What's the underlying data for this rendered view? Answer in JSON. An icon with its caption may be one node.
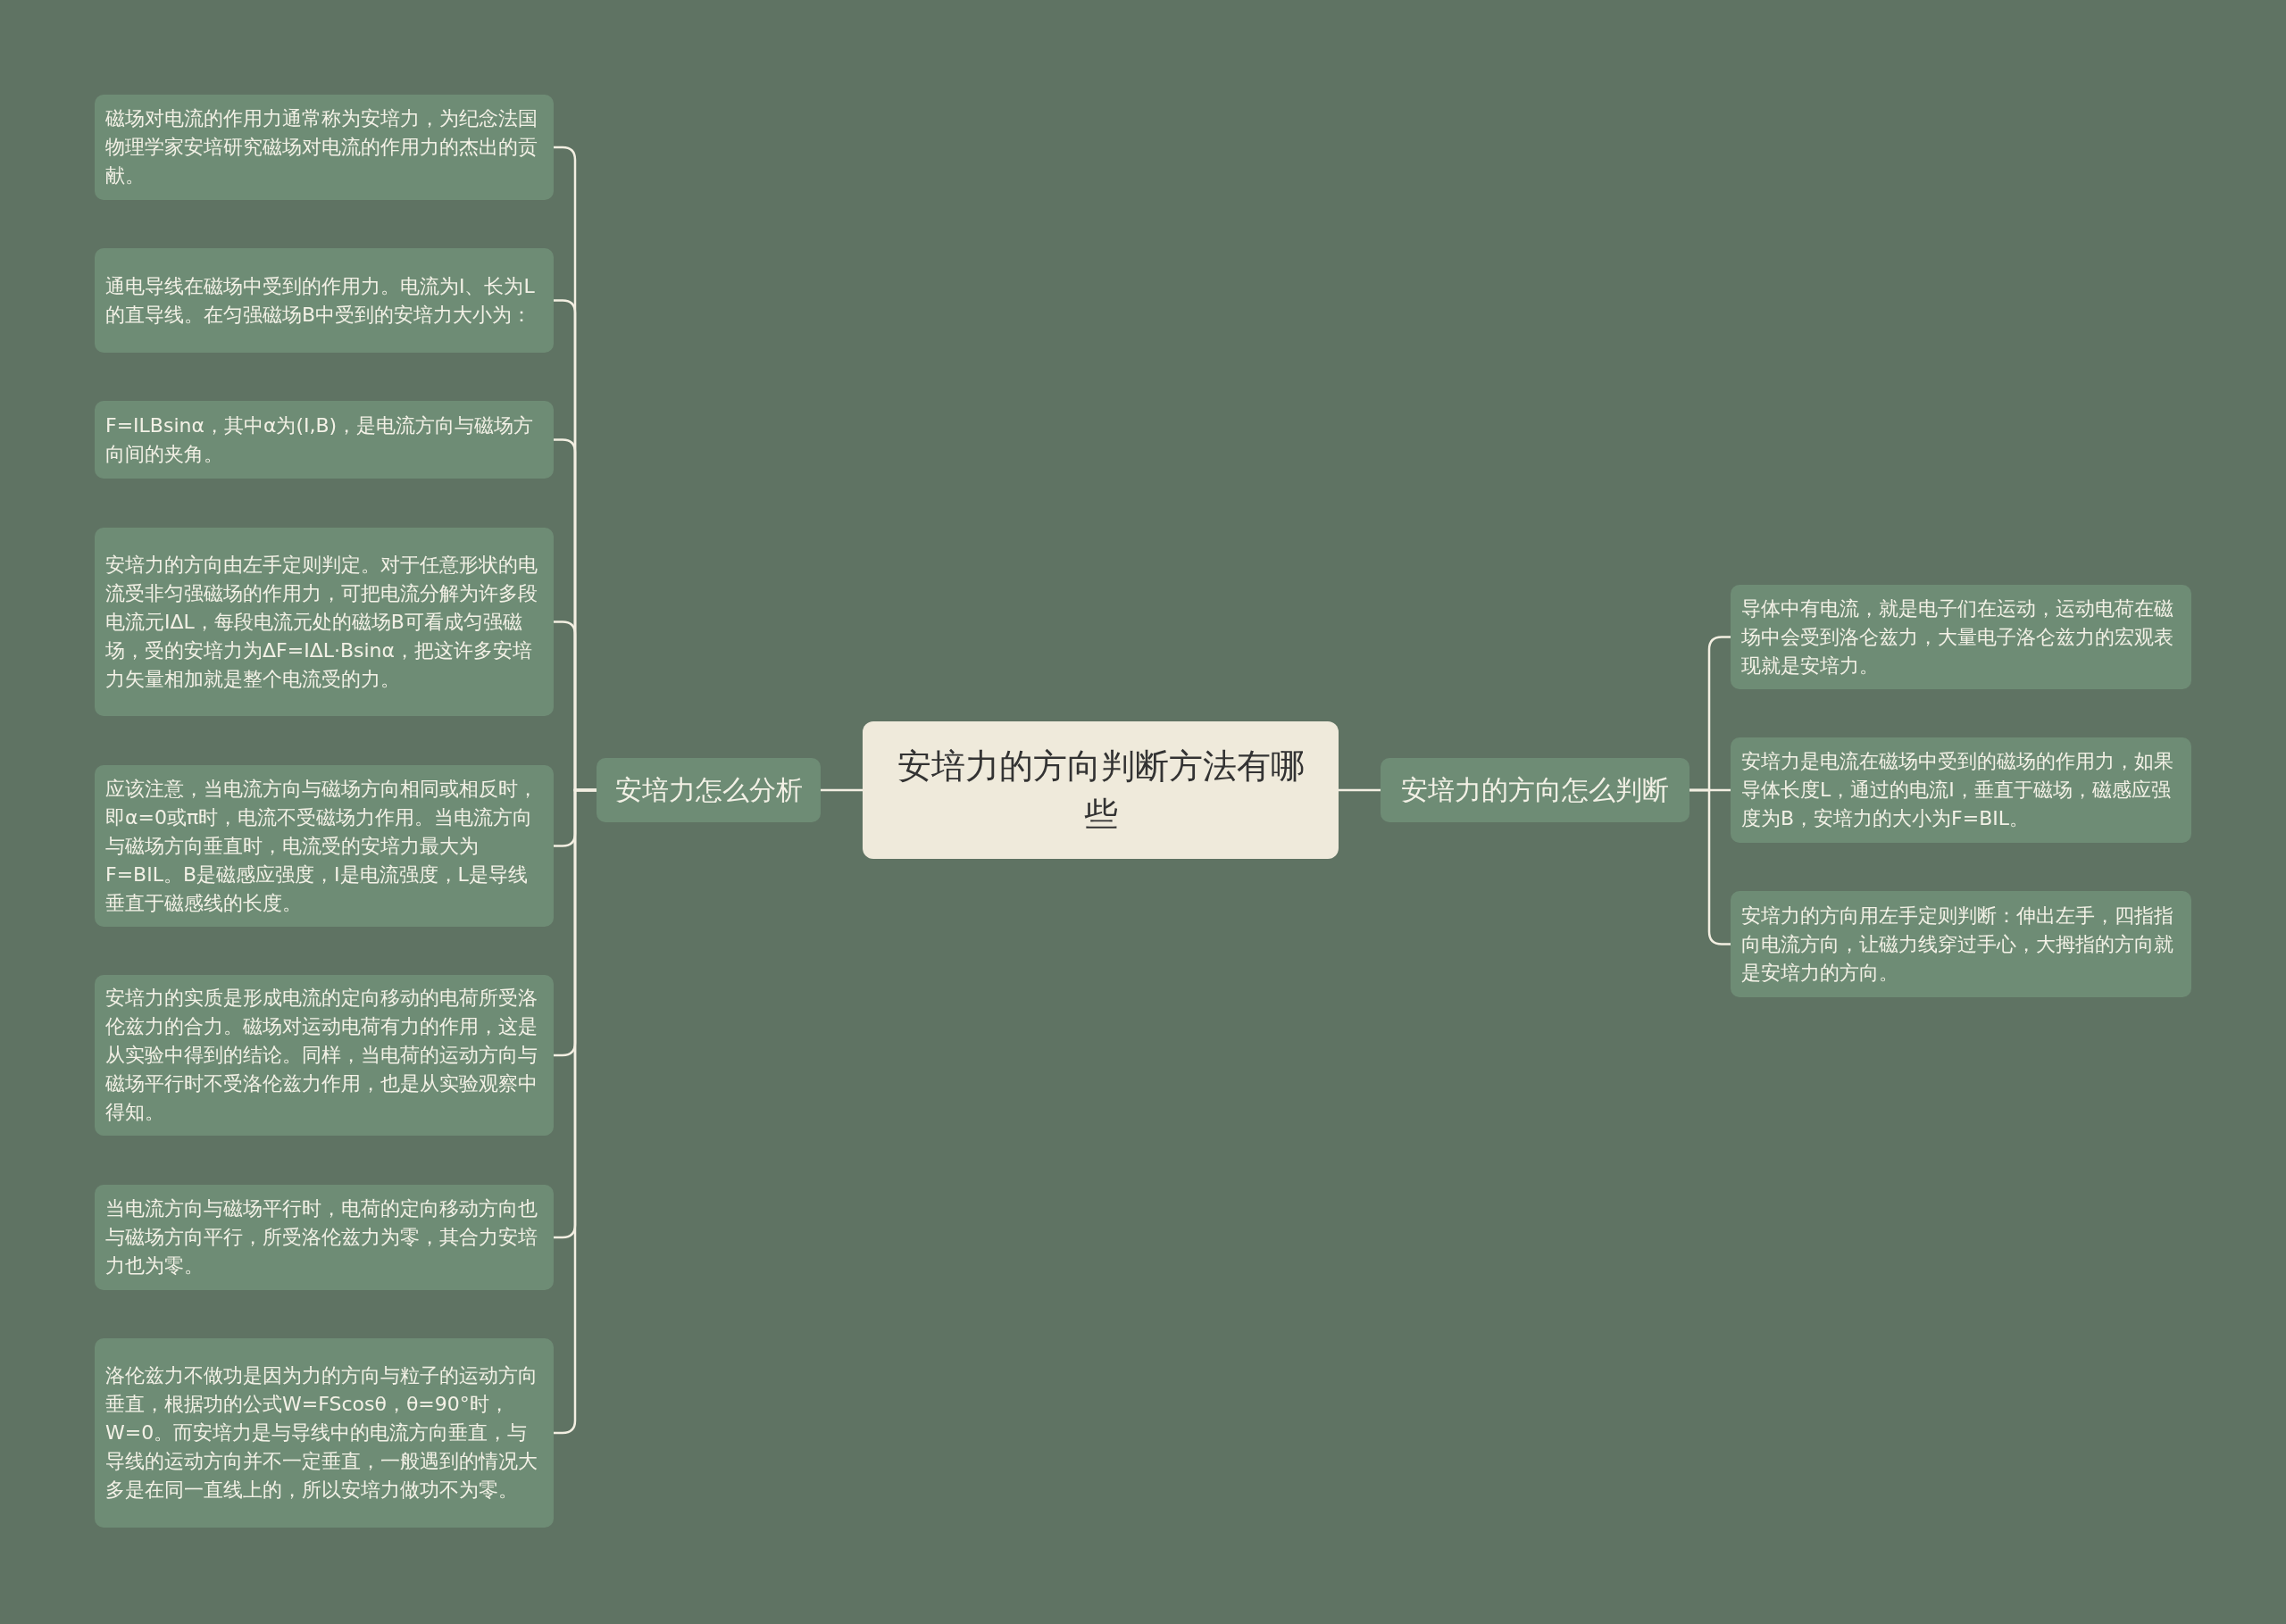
{
  "diagram": {
    "nodes": [
      {
        "text": [
          "安培力的方向判断方法有哪些"
        ]
      },
      {
        "text": [
          "安培力怎么分析"
        ]
      },
      {
        "text": [
          "磁场对电流的作用力通常称为安培力，为纪念法国物理学家安培研究磁场对电流的作用力的杰出的贡献。"
        ]
      },
      {
        "text": [
          "通电导线在磁场中受到的作用力。电流为I、长为L的直导线。在匀强磁场B中受到的安培力大小为："
        ]
      },
      {
        "text": [
          "F=ILBsinα，其中α为(I,B)，是电流方向与磁场方向间的夹角。"
        ]
      },
      {
        "text": [
          "安培力的方向由左手定则判定。对于任意形状的电流受非匀强磁场的作用力，可把电流分解为许多段电流元IΔL，每段电流元处的磁场B可看成匀强磁场，受的安培力为ΔF=IΔL·Bsinα，把这许多安培力矢量相加就是整个电流受的力。"
        ]
      },
      {
        "text": [
          "应该注意，当电流方向与磁场方向相同或相反时，即α=0或π时，电流不受磁场力作用。当电流方向与磁场方向垂直时，电流受的安培力最大为F=BIL。B是磁感应强度，I是电流强度，L是导线垂直于磁感线的长度。"
        ]
      },
      {
        "text": [
          "安培力的实质是形成电流的定向移动的电荷所受洛伦兹力的合力。磁场对运动电荷有力的作用，这是从实验中得到的结论。同样，当电荷的运动方向与磁场平行时不受洛伦兹力作用，也是从实验观察中得知。"
        ]
      },
      {
        "text": [
          "当电流方向与磁场平行时，电荷的定向移动方向也与磁场方向平行，所受洛伦兹力为零，其合力安培力也为零。"
        ]
      },
      {
        "text": [
          "洛伦兹力不做功是因为力的方向与粒子的运动方向垂直，根据功的公式W=FScosθ，θ=90°时，W=0。而安培力是与导线中的电流方向垂直，与导线的运动方向并不一定垂直，一般遇到的情况大多是在同一直线上的，所以安培力做功不为零。"
        ]
      },
      {
        "text": [
          "安培力的方向怎么判断"
        ]
      },
      {
        "text": [
          "导体中有电流，就是电子们在运动，运动电荷在磁场中会受到洛仑兹力，大量电子洛仑兹力的宏观表现就是安培力。"
        ]
      },
      {
        "text": [
          "安培力是电流在磁场中受到的磁场的作用力，如果导体长度L，通过的电流I，垂直于磁场，磁感应强度为B，安培力的大小为F=BIL。"
        ]
      },
      {
        "text": [
          "安培力的方向用左手定则判断：伸出左手，四指指向电流方向，让磁力线穿过手心，大拇指的方向就是安培力的方向。"
        ]
      }
    ],
    "edges": [
      {
        "from": 0,
        "to": 1,
        "arrow": "none"
      },
      {
        "from": 1,
        "to": 2,
        "arrow": "none"
      },
      {
        "from": 1,
        "to": 3,
        "arrow": "none"
      },
      {
        "from": 1,
        "to": 4,
        "arrow": "none"
      },
      {
        "from": 1,
        "to": 5,
        "arrow": "none"
      },
      {
        "from": 1,
        "to": 6,
        "arrow": "none"
      },
      {
        "from": 1,
        "to": 7,
        "arrow": "none"
      },
      {
        "from": 1,
        "to": 8,
        "arrow": "none"
      },
      {
        "from": 1,
        "to": 9,
        "arrow": "none"
      },
      {
        "from": 0,
        "to": 10,
        "arrow": "none"
      },
      {
        "from": 10,
        "to": 11,
        "arrow": "none"
      },
      {
        "from": 10,
        "to": 12,
        "arrow": "none"
      },
      {
        "from": 10,
        "to": 13,
        "arrow": "none"
      }
    ]
  }
}
